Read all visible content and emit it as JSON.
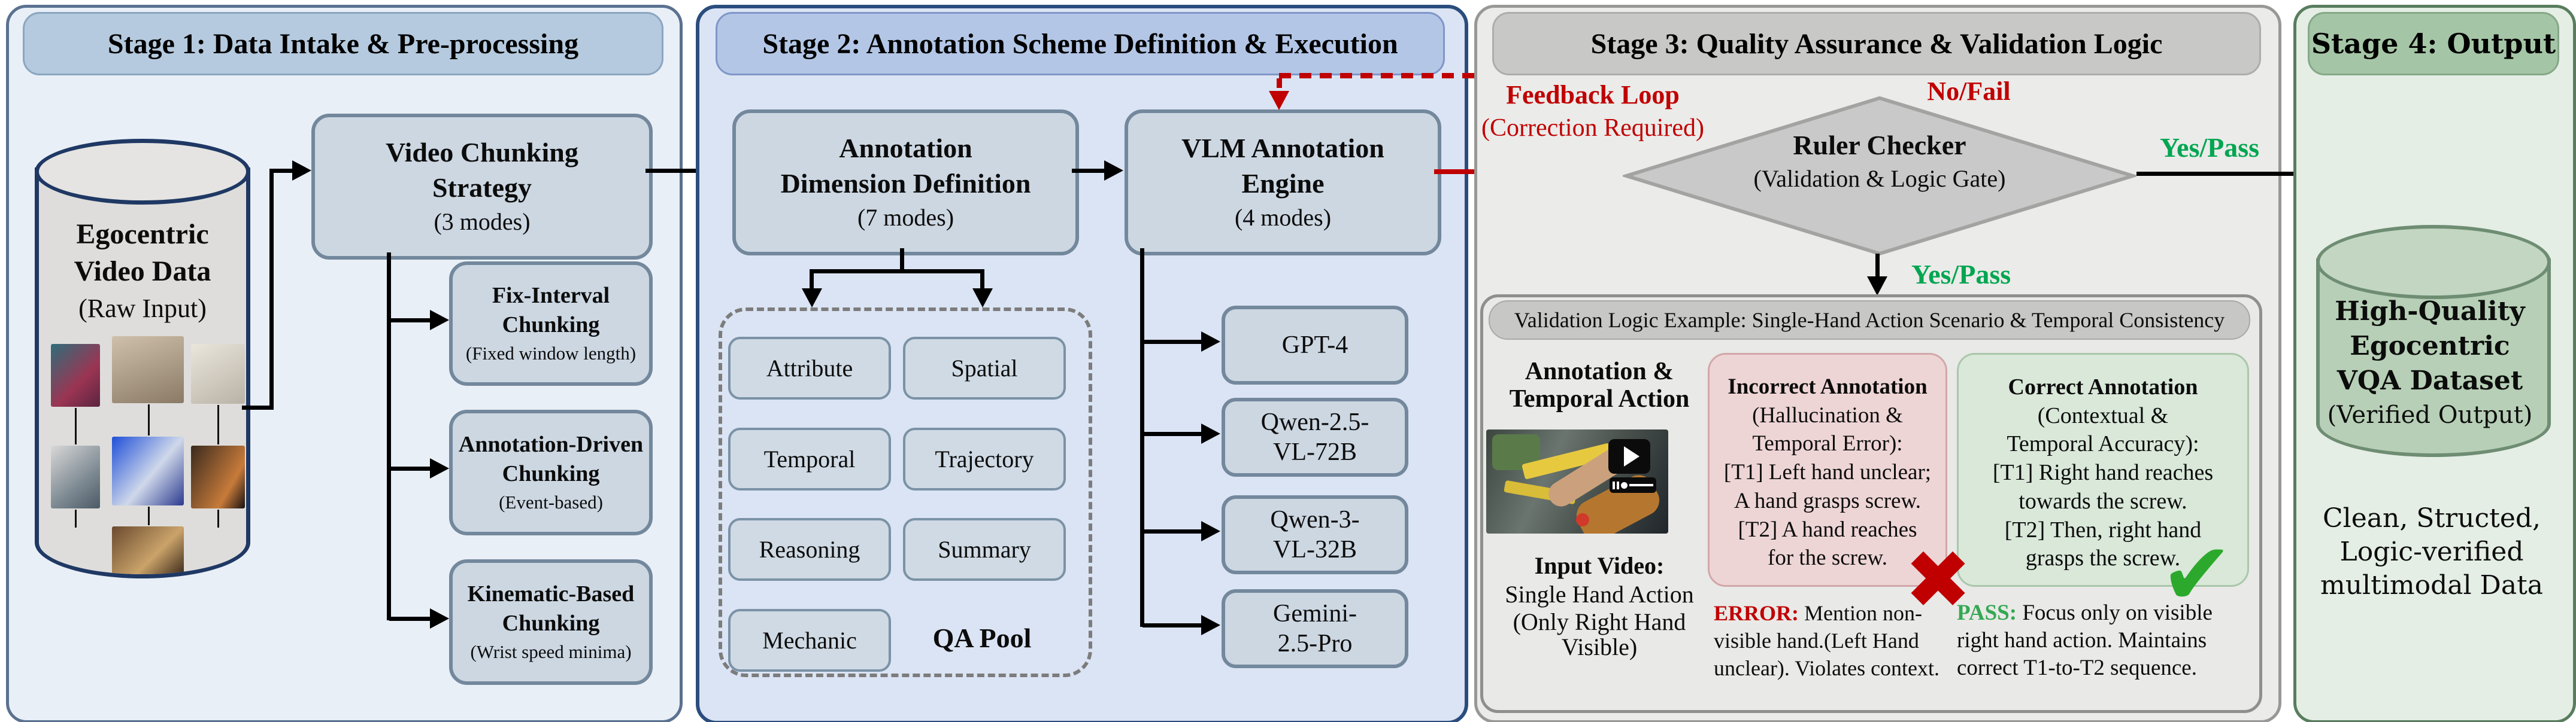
{
  "colors": {
    "accent_red": "#C00000",
    "accent_green": "#00A651",
    "stage1_header_bg": "#B5CADE",
    "stage2_header_bg": "#B3C6E6",
    "stage3_header_bg": "#C8C8C6",
    "stage4_header_bg": "#A5C6A6",
    "node_fill": "#CCD7E2",
    "incorrect_bg": "#EED5D5",
    "correct_bg": "#D9E8D9"
  },
  "s1": {
    "header": "Stage 1: Data Intake & Pre-processing",
    "cylinder": {
      "l1": "Egocentric",
      "l2": "Video Data",
      "l3": "(Raw Input)"
    },
    "video_chunking": {
      "l1": "Video Chunking",
      "l2": "Strategy",
      "l3": "(3 modes)"
    },
    "modes": [
      {
        "l1": "Fix-Interval",
        "l2": "Chunking",
        "l3": "(Fixed window length)"
      },
      {
        "l1": "Annotation-Driven",
        "l2": "Chunking",
        "l3": "(Event-based)"
      },
      {
        "l1": "Kinematic-Based",
        "l2": "Chunking",
        "l3": "(Wrist speed minima)"
      }
    ]
  },
  "s2": {
    "header": "Stage 2: Annotation Scheme Definition & Execution",
    "dimension": {
      "l1": "Annotation",
      "l2": "Dimension Definition",
      "l3": "(7 modes)"
    },
    "engine": {
      "l1": "VLM Annotation",
      "l2": "Engine",
      "l3": "(4 modes)"
    },
    "qa": {
      "label": "QA Pool",
      "pills": [
        "Attribute",
        "Spatial",
        "Temporal",
        "Trajectory",
        "Reasoning",
        "Summary",
        "Mechanic"
      ]
    },
    "models": [
      {
        "l1": "GPT-4",
        "l2": ""
      },
      {
        "l1": "Qwen-2.5-",
        "l2": "VL-72B"
      },
      {
        "l1": "Qwen-3-",
        "l2": "VL-32B"
      },
      {
        "l1": "Gemini-",
        "l2": "2.5-Pro"
      }
    ]
  },
  "s3": {
    "header": "Stage 3: Quality Assurance & Validation Logic",
    "feedback_l1": "Feedback Loop",
    "feedback_l2": "(Correction Required)",
    "no_fail": "No/Fail",
    "diamond_l1": "Ruler Checker",
    "diamond_l2": "(Validation & Logic Gate)",
    "yes_pass_right": "Yes/Pass",
    "yes_pass_down": "Yes/Pass",
    "example": {
      "title": "Validation Logic Example: Single-Hand Action Scenario & Temporal Consistency",
      "left_h1": "Annotation &",
      "left_h2": "Temporal Action",
      "cap1": "Input Video:",
      "cap2": "Single Hand Action",
      "cap3": "(Only Right Hand",
      "cap4": "Visible)",
      "incorrect": {
        "t": "Incorrect Annotation",
        "l1": "(Hallucination &",
        "l2": "Temporal Error):",
        "l3": "[T1] Left hand unclear;",
        "l4": "A hand grasps screw.",
        "l5": "[T2] A hand reaches",
        "l6": "for the screw.",
        "vl": "ERROR:",
        "v1": " Mention non-",
        "v2": "visible hand.(Left Hand",
        "v3": "unclear). Violates context."
      },
      "correct": {
        "t": "Correct Annotation",
        "l1": "(Contextual &",
        "l2": "Temporal Accuracy):",
        "l3": "[T1] Right hand reaches",
        "l4": "towards the screw.",
        "l5": "[T2] Then, right hand",
        "l6": "grasps the screw.",
        "vl": "PASS:",
        "v1": " Focus only on visible",
        "v2": "right hand action. Maintains",
        "v3": "correct T1-to-T2 sequence."
      }
    }
  },
  "s4": {
    "header": "Stage 4: Output",
    "cylinder": {
      "l1": "High-Quality",
      "l2": "Egocentric",
      "l3": "VQA Dataset",
      "l4": "(Verified Output)"
    },
    "f1": "Clean, Structed,",
    "f2": "Logic-verified",
    "f3": "multimodal Data"
  }
}
